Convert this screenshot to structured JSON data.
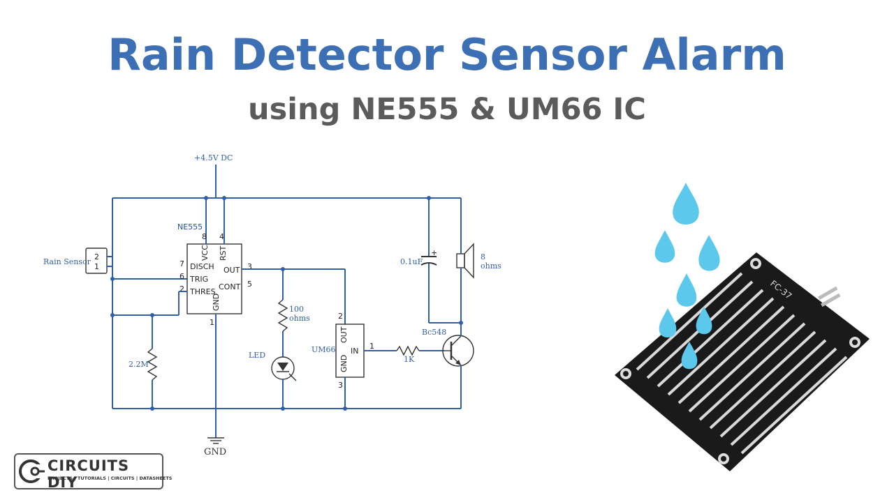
{
  "title": "Rain Detector Sensor Alarm",
  "subtitle": "using NE555 & UM66 IC",
  "schematic": {
    "supply": "+4.5V DC",
    "ground": "GND",
    "rain_sensor": {
      "label": "Rain Sensor",
      "pin_top": "2",
      "pin_bottom": "1"
    },
    "ne555": {
      "name": "NE555",
      "pins": {
        "vcc": "VCC",
        "vcc_num": "8",
        "rst": "RST",
        "rst_num": "4",
        "disch": "DISCH",
        "disch_num": "7",
        "trig": "TRIG",
        "trig_num": "6",
        "thres": "THRES",
        "thres_num": "2",
        "out": "OUT",
        "out_num": "3",
        "cont": "CONT",
        "cont_num": "5",
        "gnd": "GND",
        "gnd_num": "1"
      }
    },
    "resistor_2m2": "2.2M",
    "resistor_100": {
      "value": "100",
      "unit": "ohms"
    },
    "led": "LED",
    "um66": {
      "name": "UM66",
      "out": "OUT",
      "out_num": "2",
      "in": "IN",
      "in_num": "1",
      "gnd": "GND",
      "gnd_num": "3"
    },
    "resistor_1k": "1K",
    "transistor": "Bc548",
    "capacitor": "0.1uF",
    "capacitor_plus": "+",
    "speaker": {
      "value": "8",
      "unit": "ohms"
    }
  },
  "sensor_board_label": "FC-37",
  "logo": {
    "name": "CIRCUITS DIY",
    "tagline": "PROJECTS | TUTORIALS | CIRCUITS | DATASHEETS"
  },
  "colors": {
    "title": "#3d6fb5",
    "subtitle": "#5b5b5b",
    "wire": "#2f5fa8",
    "drop": "#5cc8ec",
    "board": "#1a1a1a"
  }
}
